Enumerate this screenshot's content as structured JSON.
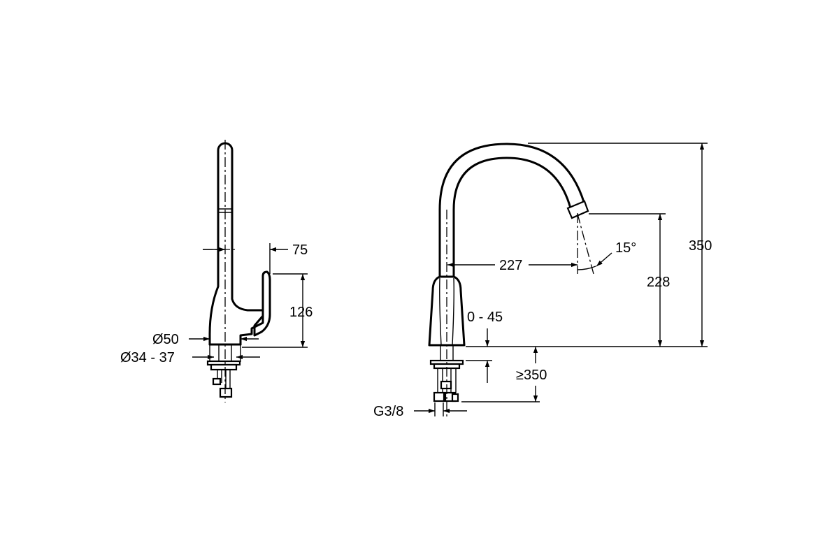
{
  "colors": {
    "line": "#000000",
    "background": "#ffffff"
  },
  "side_view": {
    "dims": {
      "spout_offset": "75",
      "lever_height": "126",
      "base_diameter": "Ø50",
      "hole_diameter": "Ø34 - 37"
    }
  },
  "front_view": {
    "dims": {
      "total_height": "350",
      "spout_height": "228",
      "reach": "227",
      "swivel_angle": "15°",
      "rotation_range": "0 - 45",
      "hose_length": "≥350",
      "thread": "G3/8"
    }
  }
}
